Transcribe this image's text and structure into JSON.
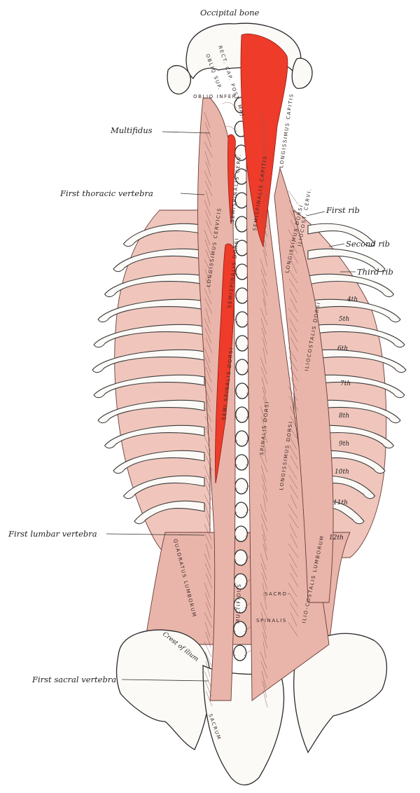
{
  "figure": {
    "labels": {
      "occipital_bone": "Occipital bone",
      "multifidus": "Multifidus",
      "first_thoracic_vertebra": "First thoracic vertebra",
      "first_rib": "First rib",
      "second_rib": "Second rib",
      "third_rib": "Third rib",
      "first_lumbar_vertebra": "First lumbar vertebra",
      "first_sacral_vertebra": "First sacral vertebra"
    },
    "rib_numbers": [
      "4th",
      "5th",
      "6th",
      "7th",
      "8th",
      "9th",
      "10th",
      "11th",
      "12th"
    ],
    "muscle_labels": {
      "semispinalis_capitis": "SEMISPINALIS CAPITIS",
      "longissimus_capitis": "LONGISSIMUS CAPITIS",
      "semispinalis_cervicis": "SEMISPINALIS CERV.",
      "longissimus_cervicis": "LONGISSIMUS CERVICIS",
      "iliocostalis_cervicis": "ILIOCOST. CERVI.",
      "longissimus_dorsi_upper": "LONGISSIMUS DORSI",
      "semispinalis_dorsi_upper": "SEMISPINALIS DORSI",
      "semispinalis_dorsi": "SEMI SPINALIS DORSI",
      "spinalis_dorsi": "SPINALIS DORSI",
      "longissimus_dorsi": "LONGISSIMUS DORSI",
      "iliocostalis_dorsi": "ILIOCOSTALIS DORSI",
      "iliocostalis_lumborum": "ILIO-COSTALIS LUMBORUM",
      "multifidus": "MULTIFIDUS",
      "quadratus_lumborum": "QUADRATUS LUMBORUM",
      "sacrospinalis_1": "SACRO-",
      "sacrospinalis_2": "SPINALIS",
      "crest_of_ilium": "Crest of ilium",
      "sacrum": "SACRUM",
      "obliq_sup": "OBLIQ SUP.",
      "obliq_inf": "OBLIQ INFER.",
      "rect_cap": "RECT. CAP. POST. MAJ."
    },
    "colors": {
      "highlight": "#ee3b2a",
      "muscle": "#e9b5aa",
      "bone": "#fbfaf7"
    }
  }
}
